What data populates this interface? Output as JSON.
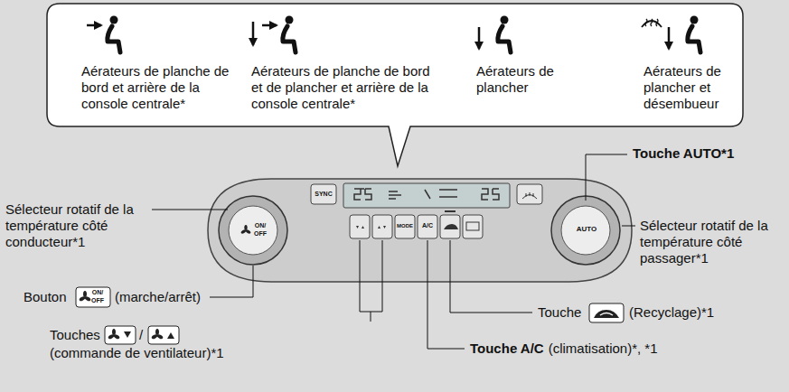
{
  "diagram": {
    "nodes": [
      {
        "text": [
          "Aérateurs de planche de bord et arrière de la console centrale*",
          "Aérateurs de planche de bord et de plancher et arrière de la console centrale*",
          "Aérateurs de plancher",
          "Aérateurs de plancher et désembueur"
        ]
      }
    ],
    "labels": [
      "Touche AUTO*1",
      "Sélecteur rotatif de la température côté conducteur*1",
      "Sélecteur rotatif de la température côté passager*1",
      "Bouton",
      "ON/",
      "OFF",
      "(marche/arrêt)",
      "Touches",
      "/",
      "(commande de ventilateur)*1",
      "Touche",
      "(Recyclage)*1",
      "Touche A/C",
      "(climatisation)*, *1",
      "SYNC",
      "MODE",
      "A/C",
      "AUTO",
      "ON/",
      "OFF"
    ]
  }
}
